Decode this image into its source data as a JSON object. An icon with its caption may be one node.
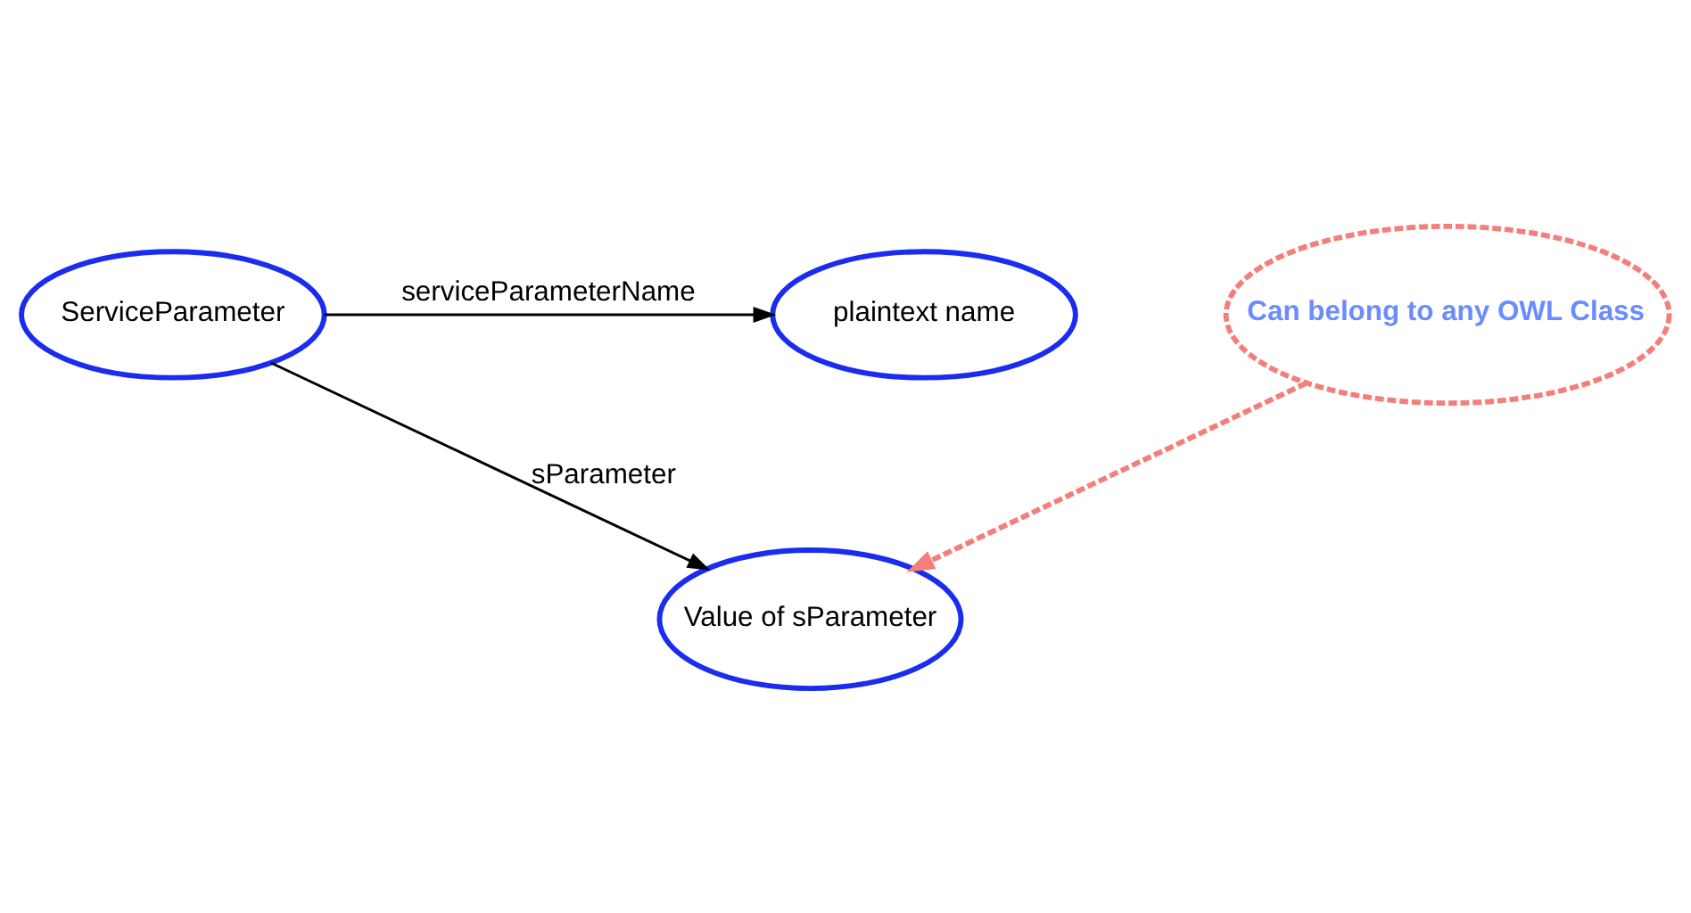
{
  "diagram": {
    "nodes": [
      {
        "text": [
          "ServiceParameter"
        ]
      },
      {
        "text": [
          "plaintext name"
        ]
      },
      {
        "text": [
          "Value of sParameter"
        ]
      },
      {
        "text": [
          "Can belong to any OWL Class"
        ]
      }
    ],
    "edges": [
      {
        "from": 0,
        "to": 1,
        "arrow": "to",
        "label": "serviceParameterName"
      },
      {
        "from": 0,
        "to": 2,
        "arrow": "to",
        "label": "sParameter"
      },
      {
        "from": 3,
        "to": 2,
        "arrow": "to",
        "style": "dashed",
        "color": "#f47f7a"
      }
    ]
  }
}
